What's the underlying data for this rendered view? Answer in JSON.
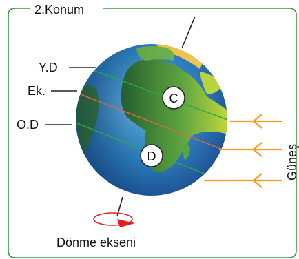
{
  "title": "2.Konum",
  "labels": {
    "tropic_north": "Y.D",
    "equator": "Ek.",
    "tropic_south": "O.D",
    "point_c": "C",
    "point_d": "D",
    "rotation_axis": "Dönme ekseni",
    "sun": "Güneş"
  },
  "colors": {
    "frame_border": "#2e9e3e",
    "sun_rays": "#f39a1e",
    "ocean": "#2f86c9",
    "land": "#5aa53a",
    "equator_line": "#e0663a",
    "tropic_lines": "#2aa84a",
    "rotation_arrow": "#e02020"
  }
}
